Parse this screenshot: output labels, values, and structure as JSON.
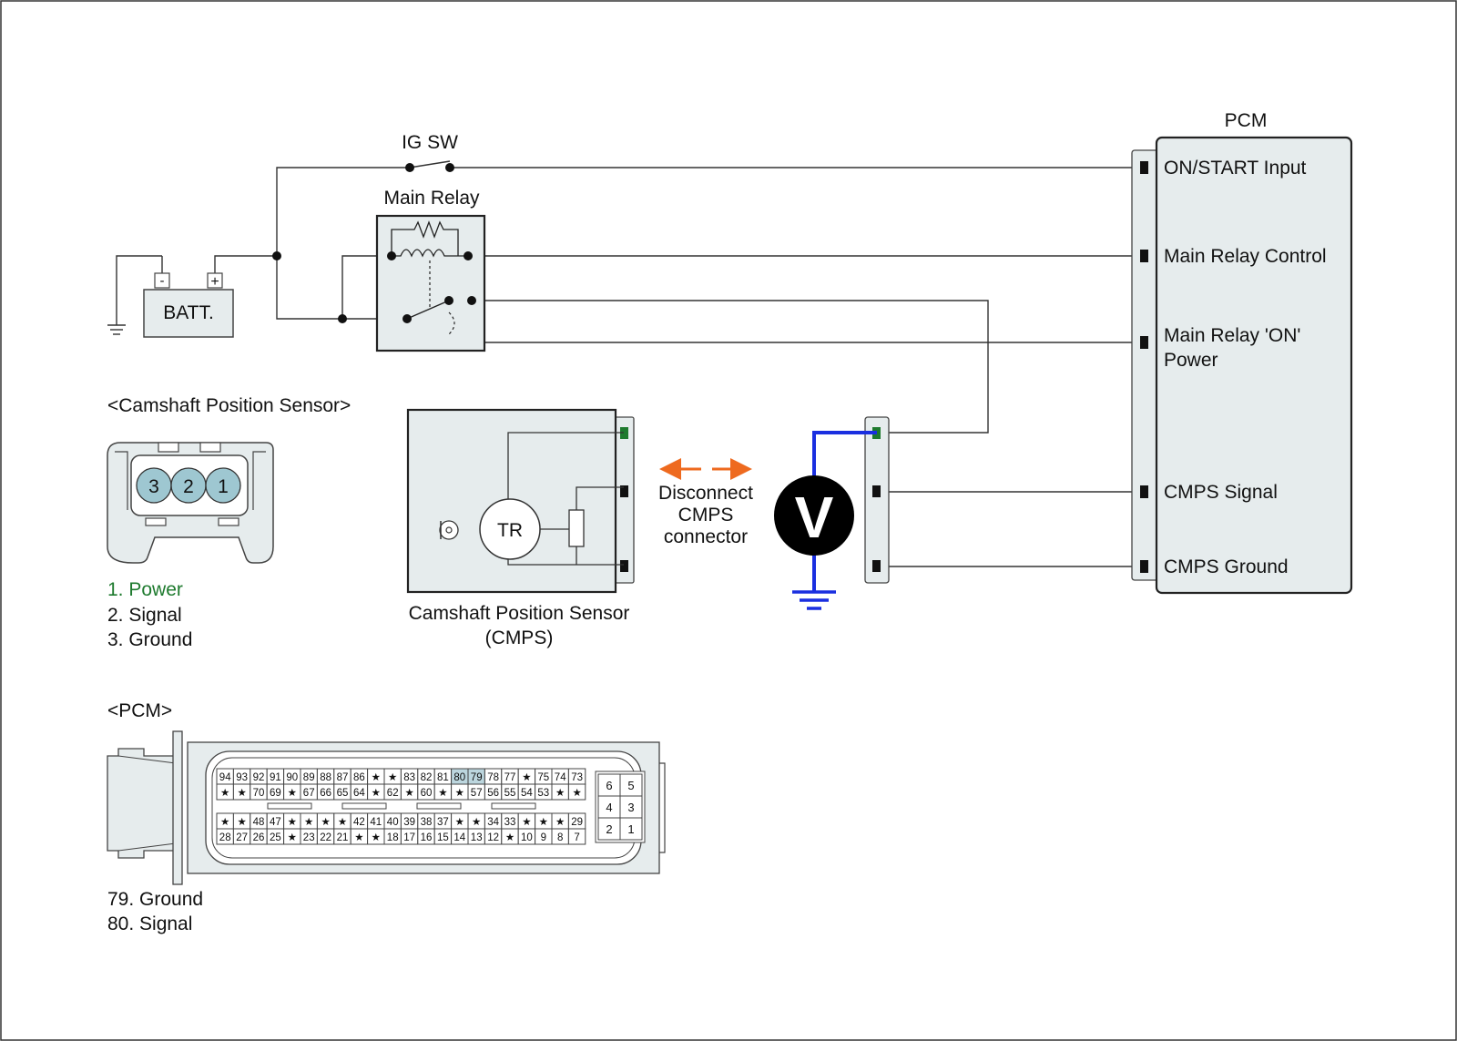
{
  "colors": {
    "panel_fill": "#e6eced",
    "connector_teal": "#9ec7d1",
    "power_green": "#1e7a2e",
    "voltmeter_wire_blue": "#1a2fe0",
    "arrow_orange": "#ee6a1f",
    "highlight_pins": "#bcd6de"
  },
  "ig_sw_label": "IG SW",
  "main_relay_label": "Main Relay",
  "battery_label": "BATT.",
  "battery_terminals": [
    "-",
    "+"
  ],
  "pcm": {
    "title": "PCM",
    "pins": [
      "ON/START Input",
      "Main Relay Control",
      "Main Relay 'ON'",
      "Power",
      "CMPS Signal",
      "CMPS Ground"
    ]
  },
  "cmps_connector": {
    "heading": "<Camshaft Position Sensor>",
    "pins": [
      "3",
      "2",
      "1"
    ],
    "legend": [
      "1. Power",
      "2. Signal",
      "3. Ground"
    ]
  },
  "sensor": {
    "transistor_label": "TR",
    "caption_line1": "Camshaft Position Sensor",
    "caption_line2": "(CMPS)"
  },
  "disconnect_note": [
    "Disconnect",
    "CMPS",
    "connector"
  ],
  "voltmeter_symbol": "V",
  "pcm_connector": {
    "heading": "<PCM>",
    "top_row1": [
      "94",
      "93",
      "92",
      "91",
      "90",
      "89",
      "88",
      "87",
      "86",
      "★",
      "★",
      "83",
      "82",
      "81",
      "80",
      "79",
      "78",
      "77",
      "★",
      "75",
      "74",
      "73"
    ],
    "top_row2": [
      "★",
      "★",
      "70",
      "69",
      "★",
      "67",
      "66",
      "65",
      "64",
      "★",
      "62",
      "★",
      "60",
      "★",
      "★",
      "57",
      "56",
      "55",
      "54",
      "53",
      "★",
      "★"
    ],
    "bot_row1": [
      "★",
      "★",
      "48",
      "47",
      "★",
      "★",
      "★",
      "★",
      "42",
      "41",
      "40",
      "39",
      "38",
      "37",
      "★",
      "★",
      "34",
      "33",
      "★",
      "★",
      "★",
      "29"
    ],
    "bot_row2": [
      "28",
      "27",
      "26",
      "25",
      "★",
      "23",
      "22",
      "21",
      "★",
      "★",
      "18",
      "17",
      "16",
      "15",
      "14",
      "13",
      "12",
      "★",
      "10",
      "9",
      "8",
      "7"
    ],
    "small_block": [
      [
        "6",
        "5"
      ],
      [
        "4",
        "3"
      ],
      [
        "2",
        "1"
      ]
    ],
    "highlighted": [
      "80",
      "79"
    ],
    "legend": [
      "79. Ground",
      "80. Signal"
    ]
  }
}
